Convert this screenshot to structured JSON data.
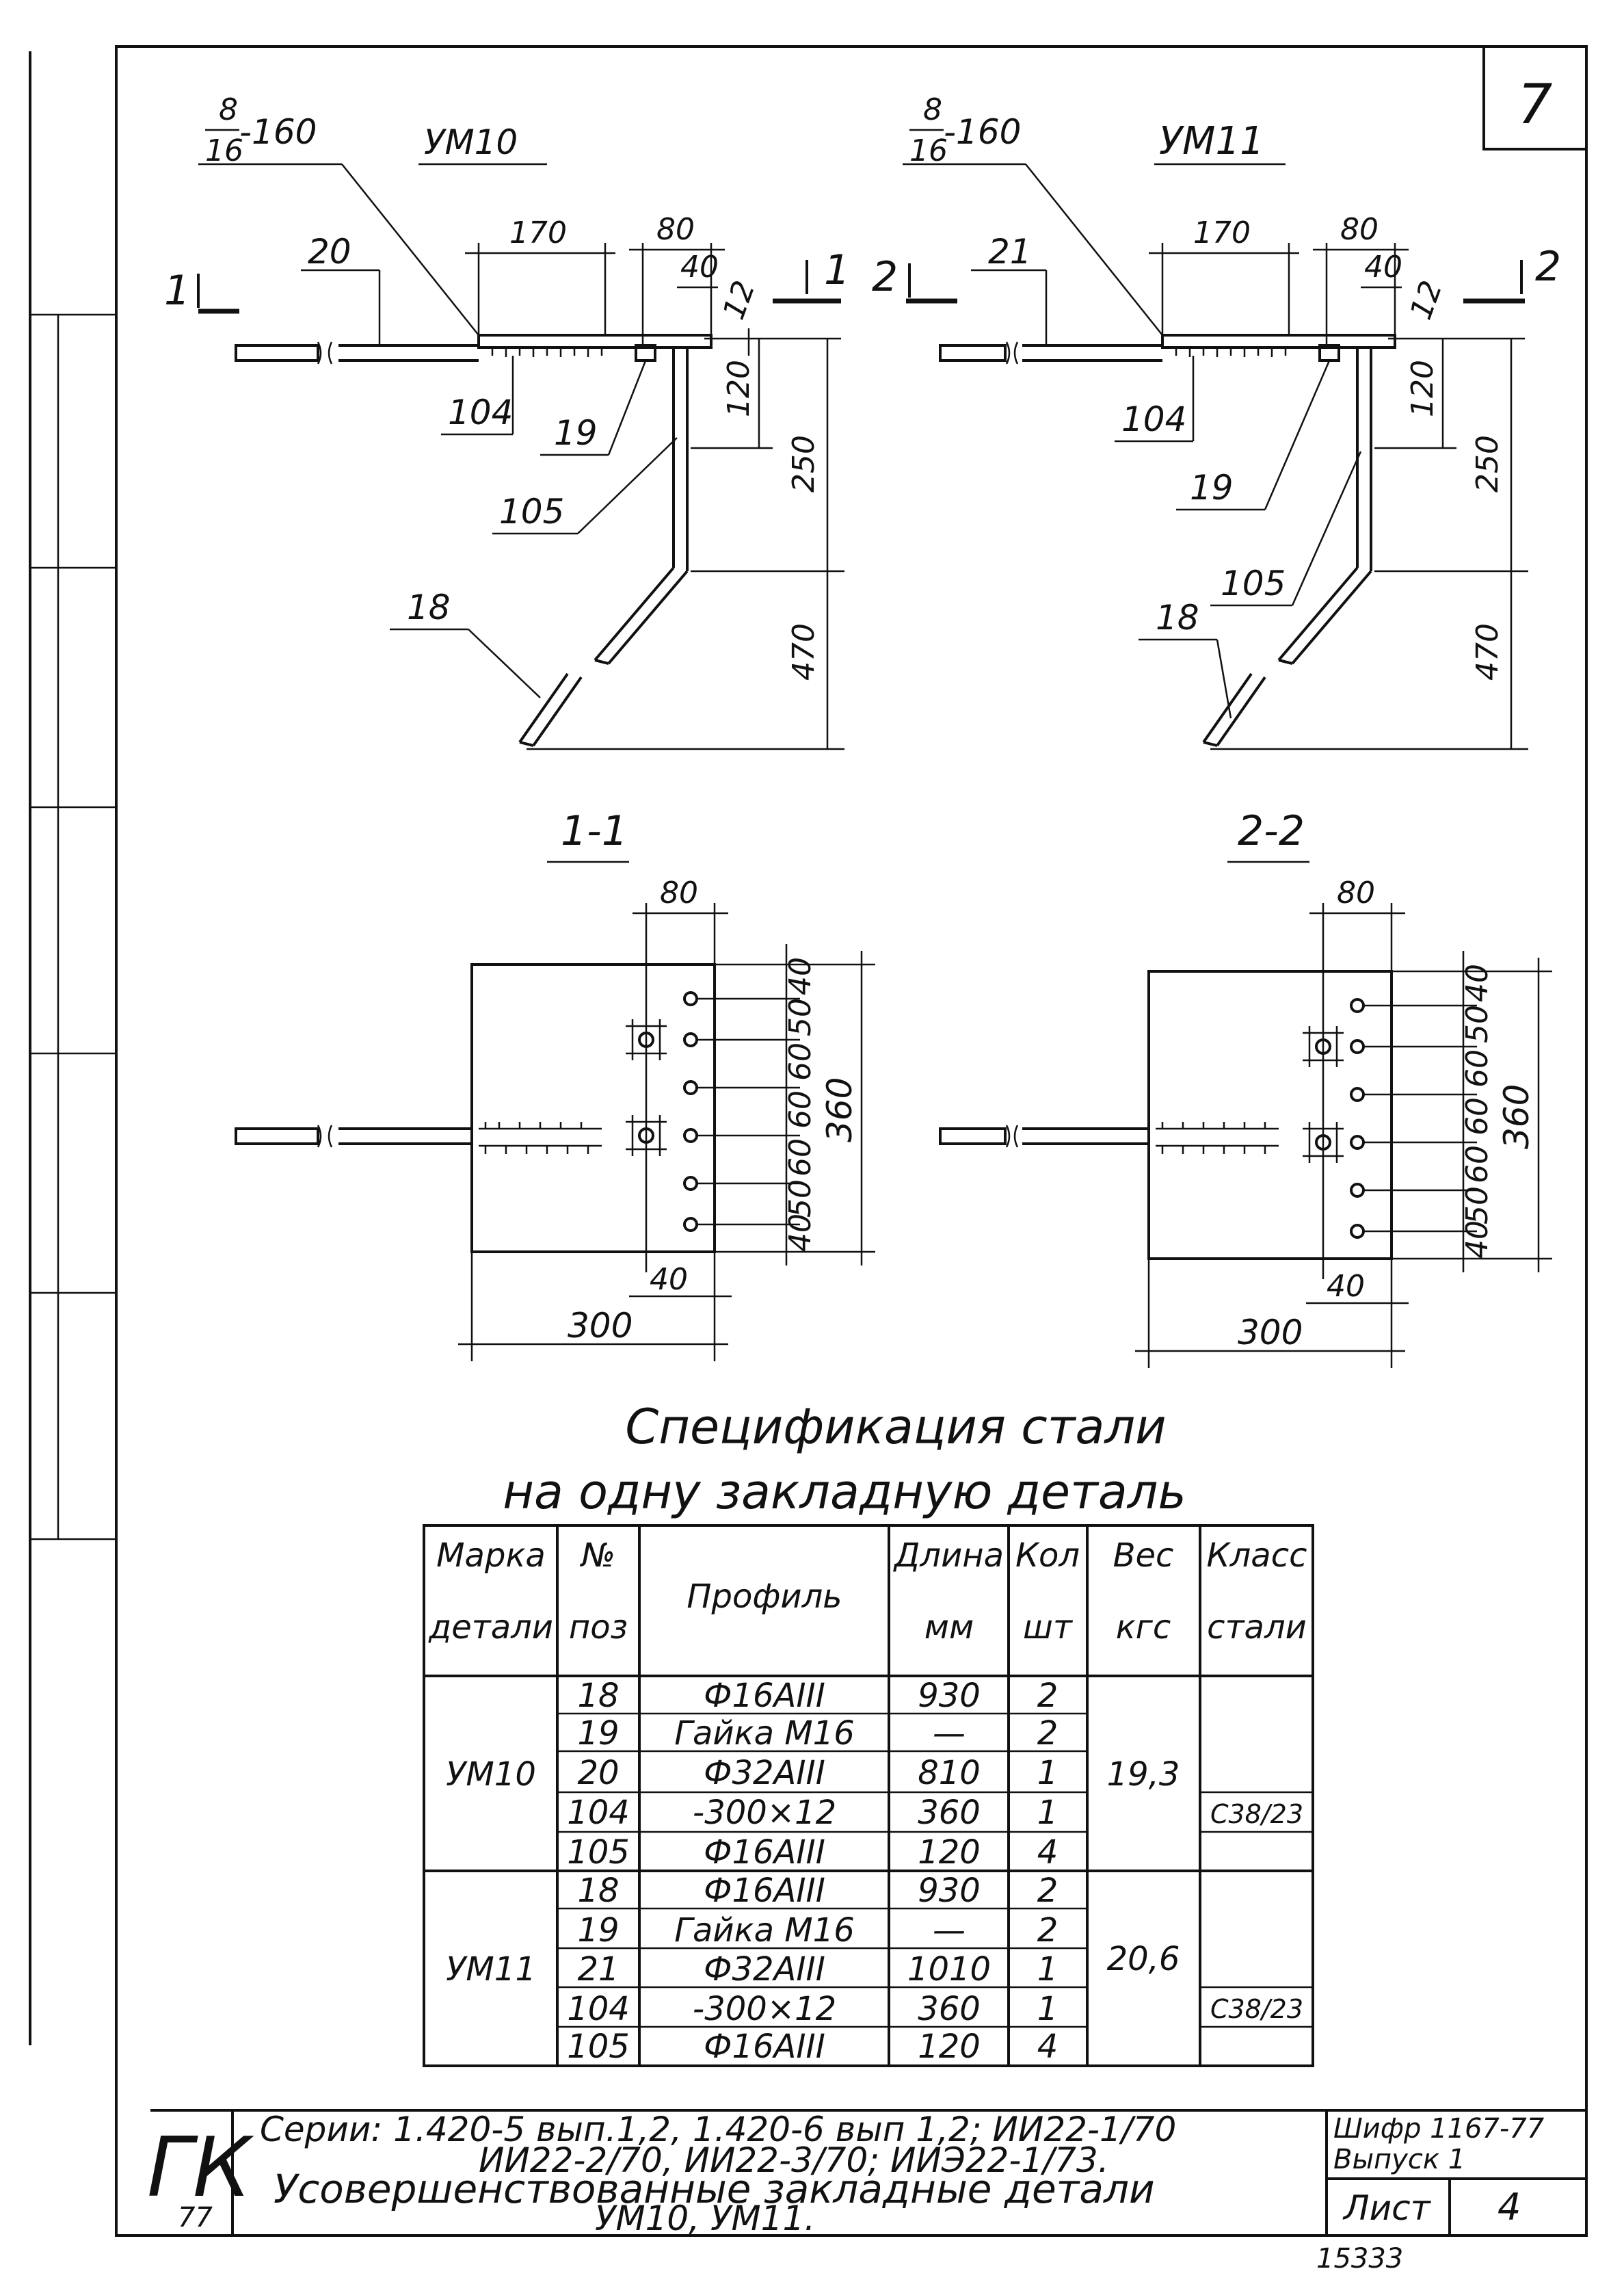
{
  "sheet_number": "7",
  "details": [
    {
      "name": "УМ10",
      "plate_callout": {
        "num": "8",
        "den": "16",
        "rest": "-160"
      },
      "bar_label": "20",
      "section_marker": "1",
      "dims": {
        "top": "170",
        "right_top": "80",
        "inner": "40",
        "thk": "12",
        "d120": "120",
        "d250": "250",
        "d470": "470"
      },
      "pos_labels": {
        "plate": "104",
        "nut": "19",
        "anchor": "105",
        "bar": "18"
      }
    },
    {
      "name": "УМ11",
      "plate_callout": {
        "num": "8",
        "den": "16",
        "rest": "-160"
      },
      "bar_label": "21",
      "section_marker": "2",
      "dims": {
        "top": "170",
        "right_top": "80",
        "inner": "40",
        "thk": "12",
        "d120": "120",
        "d250": "250",
        "d470": "470"
      },
      "pos_labels": {
        "plate": "104",
        "nut": "19",
        "anchor": "105",
        "bar": "18"
      }
    }
  ],
  "sections": [
    {
      "title": "1-1",
      "dims": {
        "top": "80",
        "right": [
          "40",
          "50",
          "60",
          "60",
          "60",
          "50",
          "40"
        ],
        "total": "360",
        "bottom_right": "40",
        "width": "300"
      }
    },
    {
      "title": "2-2",
      "dims": {
        "top": "80",
        "right": [
          "40",
          "50",
          "60",
          "60",
          "60",
          "50",
          "40"
        ],
        "total": "360",
        "bottom_right": "40",
        "width": "300"
      }
    }
  ],
  "spec": {
    "title_line1": "Спецификация стали",
    "title_line2": "на одну закладную деталь",
    "headers": {
      "mark": [
        "Марка",
        "детали"
      ],
      "pos": [
        "№",
        "поз"
      ],
      "profile": "Профиль",
      "length": [
        "Длина",
        "мм"
      ],
      "qty": [
        "Кол",
        "шт"
      ],
      "weight": [
        "Вес",
        "кгс"
      ],
      "class": [
        "Класс",
        "стали"
      ]
    },
    "groups": [
      {
        "mark": "УМ10",
        "weight": "19,3",
        "steel_class": "С38/23",
        "rows": [
          {
            "pos": "18",
            "profile": "Ф16АIII",
            "length": "930",
            "qty": "2"
          },
          {
            "pos": "19",
            "profile": "Гайка М16",
            "length": "—",
            "qty": "2"
          },
          {
            "pos": "20",
            "profile": "Ф32АIII",
            "length": "810",
            "qty": "1"
          },
          {
            "pos": "104",
            "profile": "-300×12",
            "length": "360",
            "qty": "1"
          },
          {
            "pos": "105",
            "profile": "Ф16АIII",
            "length": "120",
            "qty": "4"
          }
        ]
      },
      {
        "mark": "УМ11",
        "weight": "20,6",
        "steel_class": "С38/23",
        "rows": [
          {
            "pos": "18",
            "profile": "Ф16АIII",
            "length": "930",
            "qty": "2"
          },
          {
            "pos": "19",
            "profile": "Гайка М16",
            "length": "—",
            "qty": "2"
          },
          {
            "pos": "21",
            "profile": "Ф32АIII",
            "length": "1010",
            "qty": "1"
          },
          {
            "pos": "104",
            "profile": "-300×12",
            "length": "360",
            "qty": "1"
          },
          {
            "pos": "105",
            "profile": "Ф16АIII",
            "length": "120",
            "qty": "4"
          }
        ]
      }
    ]
  },
  "title_block": {
    "logo": "ГК",
    "year": "77",
    "series_line1": "Серии: 1.420-5 вып.1,2, 1.420-6 вып 1,2; ИИ22-1/70",
    "series_line2": "ИИ22-2/70, ИИ22-3/70; ИИЭ22-1/73.",
    "desc_line1": "Усовершенствованные закладные детали",
    "desc_line2": "УМ10, УМ11.",
    "code": "Шифр 1167-77",
    "issue": "Выпуск 1",
    "sheet_label": "Лист",
    "sheet_value": "4"
  },
  "footer_number": "15333"
}
